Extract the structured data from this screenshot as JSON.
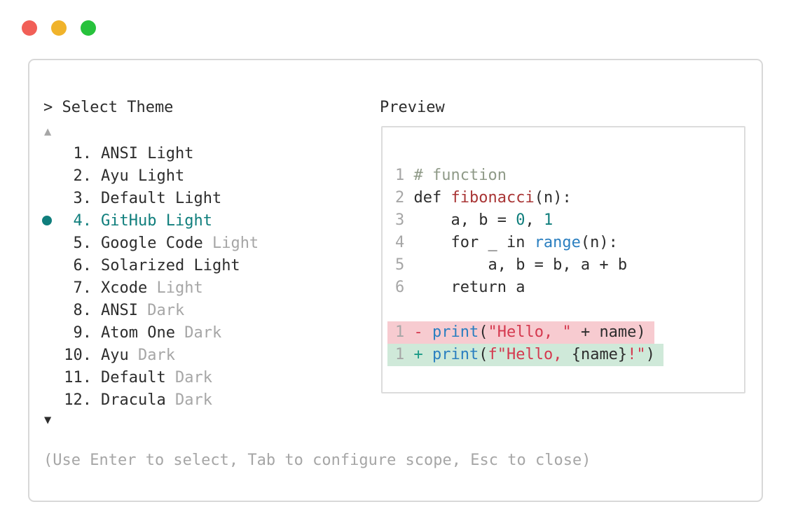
{
  "palette": {
    "ink": "#2d2d2d",
    "muted": "#a6a6a6",
    "teal": "#0f7e7c",
    "comment": "#8f9a88",
    "brick": "#a93535",
    "blue": "#2b7fc0",
    "crimson": "#d5394f",
    "plus": "#199a86",
    "removed_bg": "#f7cbd0",
    "added_bg": "#cfe9d9",
    "border": "#d8d8d8"
  },
  "window": {
    "traffic_lights": [
      {
        "name": "close",
        "color": "#f15f57"
      },
      {
        "name": "minimize",
        "color": "#f0b32b"
      },
      {
        "name": "maximize",
        "color": "#27c23c"
      }
    ]
  },
  "theme_picker": {
    "title": "> Select Theme",
    "scroll_up_indicator": "▲",
    "scroll_down_indicator": "▼",
    "help_text": "(Use Enter to select, Tab to configure scope, Esc to close)",
    "items": [
      {
        "number": "1.",
        "name": "ANSI",
        "variant": "Light",
        "variant_muted": false,
        "selected": false
      },
      {
        "number": "2.",
        "name": "Ayu",
        "variant": "Light",
        "variant_muted": false,
        "selected": false
      },
      {
        "number": "3.",
        "name": "Default",
        "variant": "Light",
        "variant_muted": false,
        "selected": false
      },
      {
        "number": "4.",
        "name": "GitHub",
        "variant": "Light",
        "variant_muted": false,
        "selected": true
      },
      {
        "number": "5.",
        "name": "Google Code",
        "variant": "Light",
        "variant_muted": true,
        "selected": false
      },
      {
        "number": "6.",
        "name": "Solarized",
        "variant": "Light",
        "variant_muted": false,
        "selected": false
      },
      {
        "number": "7.",
        "name": "Xcode",
        "variant": "Light",
        "variant_muted": true,
        "selected": false
      },
      {
        "number": "8.",
        "name": "ANSI",
        "variant": "Dark",
        "variant_muted": true,
        "selected": false
      },
      {
        "number": "9.",
        "name": "Atom One",
        "variant": "Dark",
        "variant_muted": true,
        "selected": false
      },
      {
        "number": "10.",
        "name": "Ayu",
        "variant": "Dark",
        "variant_muted": true,
        "selected": false
      },
      {
        "number": "11.",
        "name": "Default",
        "variant": "Dark",
        "variant_muted": true,
        "selected": false
      },
      {
        "number": "12.",
        "name": "Dracula",
        "variant": "Dark",
        "variant_muted": true,
        "selected": false
      }
    ]
  },
  "preview": {
    "label": "Preview",
    "code_lines": [
      {
        "num": "1",
        "diff": null,
        "tokens": [
          [
            "# function",
            "comment"
          ]
        ]
      },
      {
        "num": "2",
        "diff": null,
        "tokens": [
          [
            "def ",
            "plain"
          ],
          [
            "fibonacci",
            "func"
          ],
          [
            "(n):",
            "plain"
          ]
        ]
      },
      {
        "num": "3",
        "diff": null,
        "tokens": [
          [
            "    a, b = ",
            "plain"
          ],
          [
            "0",
            "num"
          ],
          [
            ", ",
            "plain"
          ],
          [
            "1",
            "num"
          ]
        ]
      },
      {
        "num": "4",
        "diff": null,
        "tokens": [
          [
            "    for _ in ",
            "plain"
          ],
          [
            "range",
            "call"
          ],
          [
            "(n):",
            "plain"
          ]
        ]
      },
      {
        "num": "5",
        "diff": null,
        "tokens": [
          [
            "        a, b = b, a + b",
            "plain"
          ]
        ]
      },
      {
        "num": "6",
        "diff": null,
        "tokens": [
          [
            "    return a",
            "plain"
          ]
        ]
      },
      {
        "num": "",
        "diff": null,
        "tokens": []
      },
      {
        "num": "1",
        "diff": "removed",
        "tokens": [
          [
            "- ",
            "minus"
          ],
          [
            "print",
            "call"
          ],
          [
            "(",
            "plain"
          ],
          [
            "\"Hello, \"",
            "string"
          ],
          [
            " + name)",
            "plain"
          ]
        ]
      },
      {
        "num": "1",
        "diff": "added",
        "tokens": [
          [
            "+ ",
            "plus"
          ],
          [
            "print",
            "call"
          ],
          [
            "(",
            "plain"
          ],
          [
            "f\"Hello, ",
            "string"
          ],
          [
            "{name}",
            "plain"
          ],
          [
            "!\"",
            "string"
          ],
          [
            ")",
            "plain"
          ]
        ]
      }
    ]
  }
}
